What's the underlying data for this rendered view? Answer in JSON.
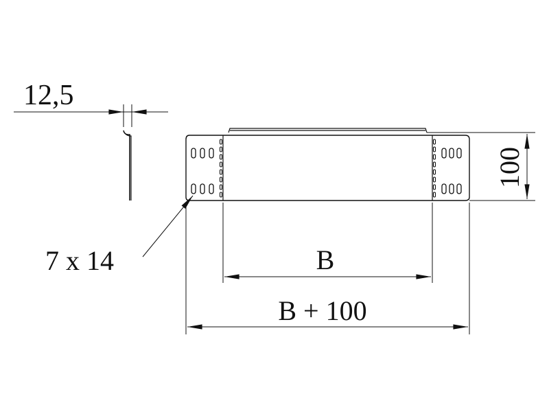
{
  "labels": {
    "thickness": "12,5",
    "height": "100",
    "hole": "7 x 14",
    "inner_width": "B",
    "outer_width": "B + 100"
  },
  "colors": {
    "stroke": "#111111",
    "background": "#ffffff"
  }
}
